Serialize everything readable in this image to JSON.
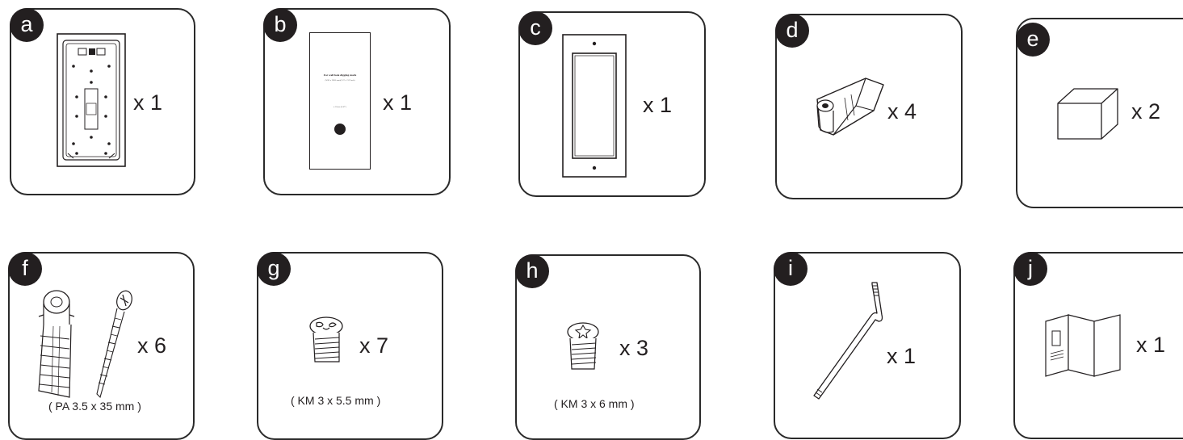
{
  "items": [
    {
      "letter": "a",
      "quantity": "x 1",
      "spec": "",
      "icon": "mounting-bracket-icon"
    },
    {
      "letter": "b",
      "quantity": "x 1",
      "spec": "",
      "icon": "drilling-template-icon",
      "template_title": "For wall hole digging mark",
      "template_subtitle": "(W83 x H200 mm)(3.27 x 7.87 inch)",
      "template_hole_label": "ø 12mm (0.47\")"
    },
    {
      "letter": "c",
      "quantity": "x 1",
      "spec": "",
      "icon": "frame-plate-icon"
    },
    {
      "letter": "d",
      "quantity": "x 4",
      "spec": "",
      "icon": "clip-icon"
    },
    {
      "letter": "e",
      "quantity": "x 2",
      "spec": "",
      "icon": "box-icon"
    },
    {
      "letter": "f",
      "quantity": "x 6",
      "spec": "( PA 3.5 x 35 mm )",
      "icon": "anchor-and-screw-icon"
    },
    {
      "letter": "g",
      "quantity": "x 7",
      "spec": "( KM 3 x 5.5 mm  )",
      "icon": "phillips-screw-icon"
    },
    {
      "letter": "h",
      "quantity": "x 3",
      "spec": "( KM 3 x 6 mm  )",
      "icon": "torx-screw-icon"
    },
    {
      "letter": "i",
      "quantity": "x 1",
      "spec": "",
      "icon": "hex-key-icon"
    },
    {
      "letter": "j",
      "quantity": "x 1",
      "spec": "",
      "icon": "manual-icon"
    }
  ],
  "colors": {
    "ink": "#231f20",
    "border": "#2a2a2a",
    "background": "#ffffff"
  }
}
